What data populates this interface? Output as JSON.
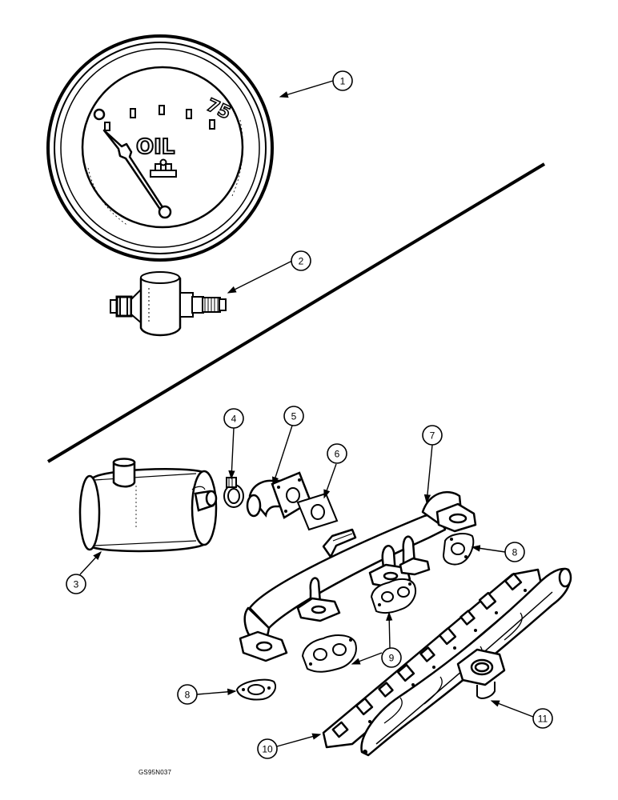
{
  "gauge": {
    "max_label": "75",
    "zero_label": "O",
    "face_label": "OIL"
  },
  "callouts": [
    {
      "id": "c1",
      "label": "1"
    },
    {
      "id": "c2",
      "label": "2"
    },
    {
      "id": "c3",
      "label": "3"
    },
    {
      "id": "c4",
      "label": "4"
    },
    {
      "id": "c5",
      "label": "5"
    },
    {
      "id": "c6",
      "label": "6"
    },
    {
      "id": "c7",
      "label": "7"
    },
    {
      "id": "c8a",
      "label": "8"
    },
    {
      "id": "c8b",
      "label": "8"
    },
    {
      "id": "c9",
      "label": "9"
    },
    {
      "id": "c10",
      "label": "10"
    },
    {
      "id": "c11",
      "label": "11"
    }
  ],
  "figure_code": "GS95N037",
  "colors": {
    "ink": "#000000",
    "paper": "#ffffff"
  }
}
